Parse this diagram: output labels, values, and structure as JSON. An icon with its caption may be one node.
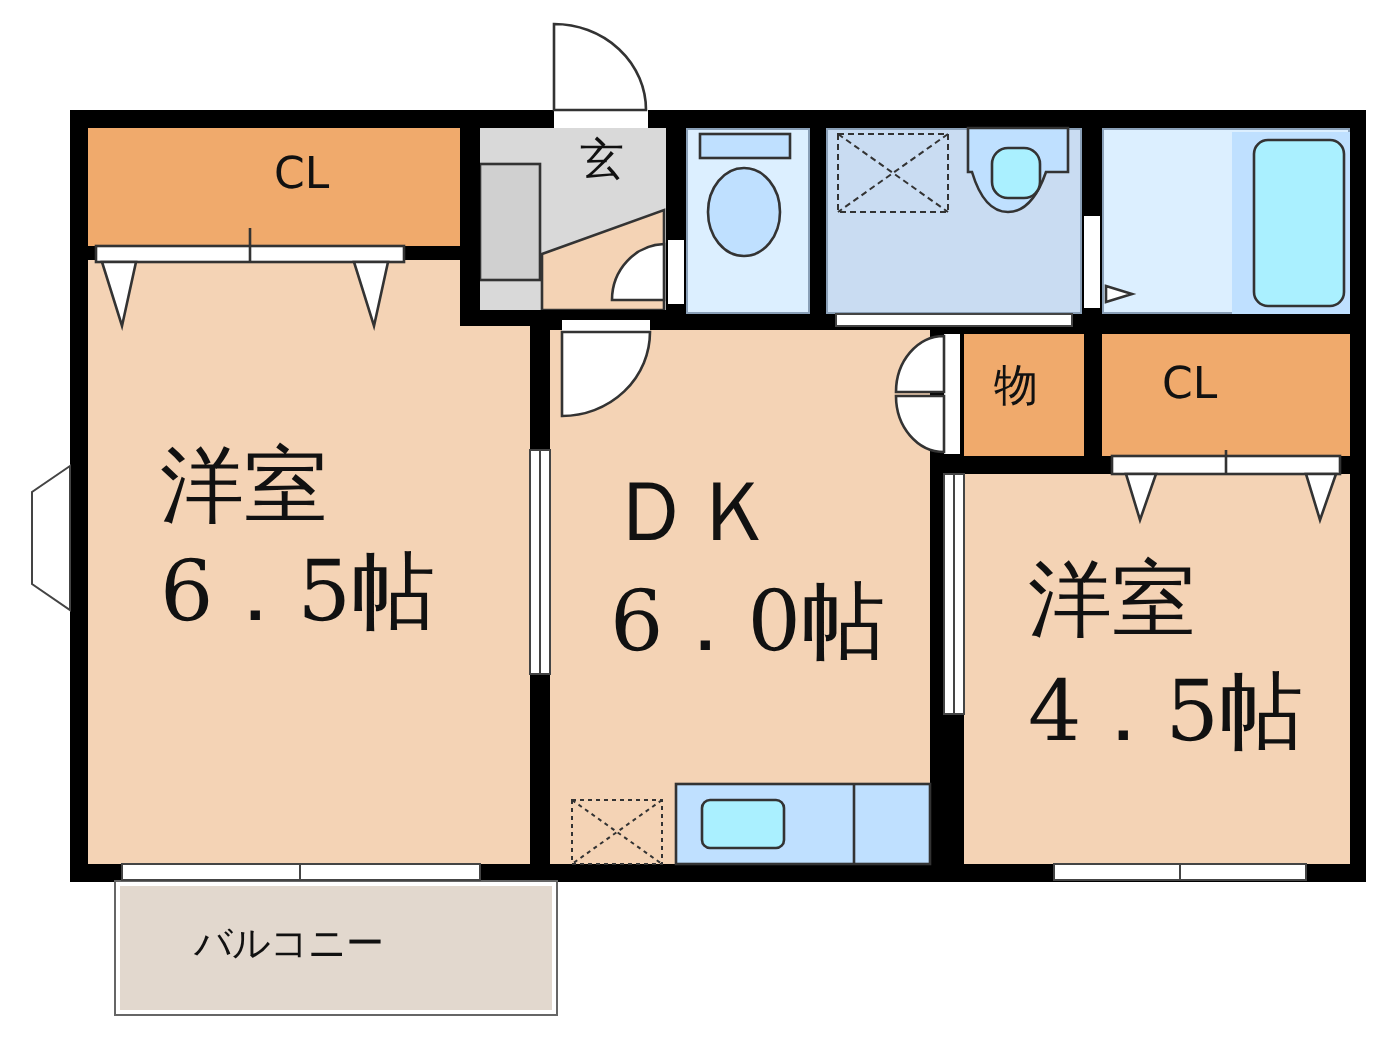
{
  "diagram": {
    "nodes": [
      {
        "text": [
          "CL"
        ]
      },
      {
        "text": [
          "玄"
        ]
      },
      {
        "text": [],
        "shape": "box"
      },
      {
        "text": [],
        "shape": "box"
      },
      {
        "text": [],
        "shape": "box"
      },
      {
        "text": [
          "洋室",
          "6．5帖"
        ]
      },
      {
        "text": [
          "ＤＫ",
          "6．0帖"
        ]
      },
      {
        "text": [
          "物"
        ]
      },
      {
        "text": [
          "CL"
        ]
      },
      {
        "text": [
          "洋室",
          "4．5帖"
        ]
      },
      {
        "text": [
          "バルコニー"
        ]
      }
    ],
    "edges": []
  }
}
